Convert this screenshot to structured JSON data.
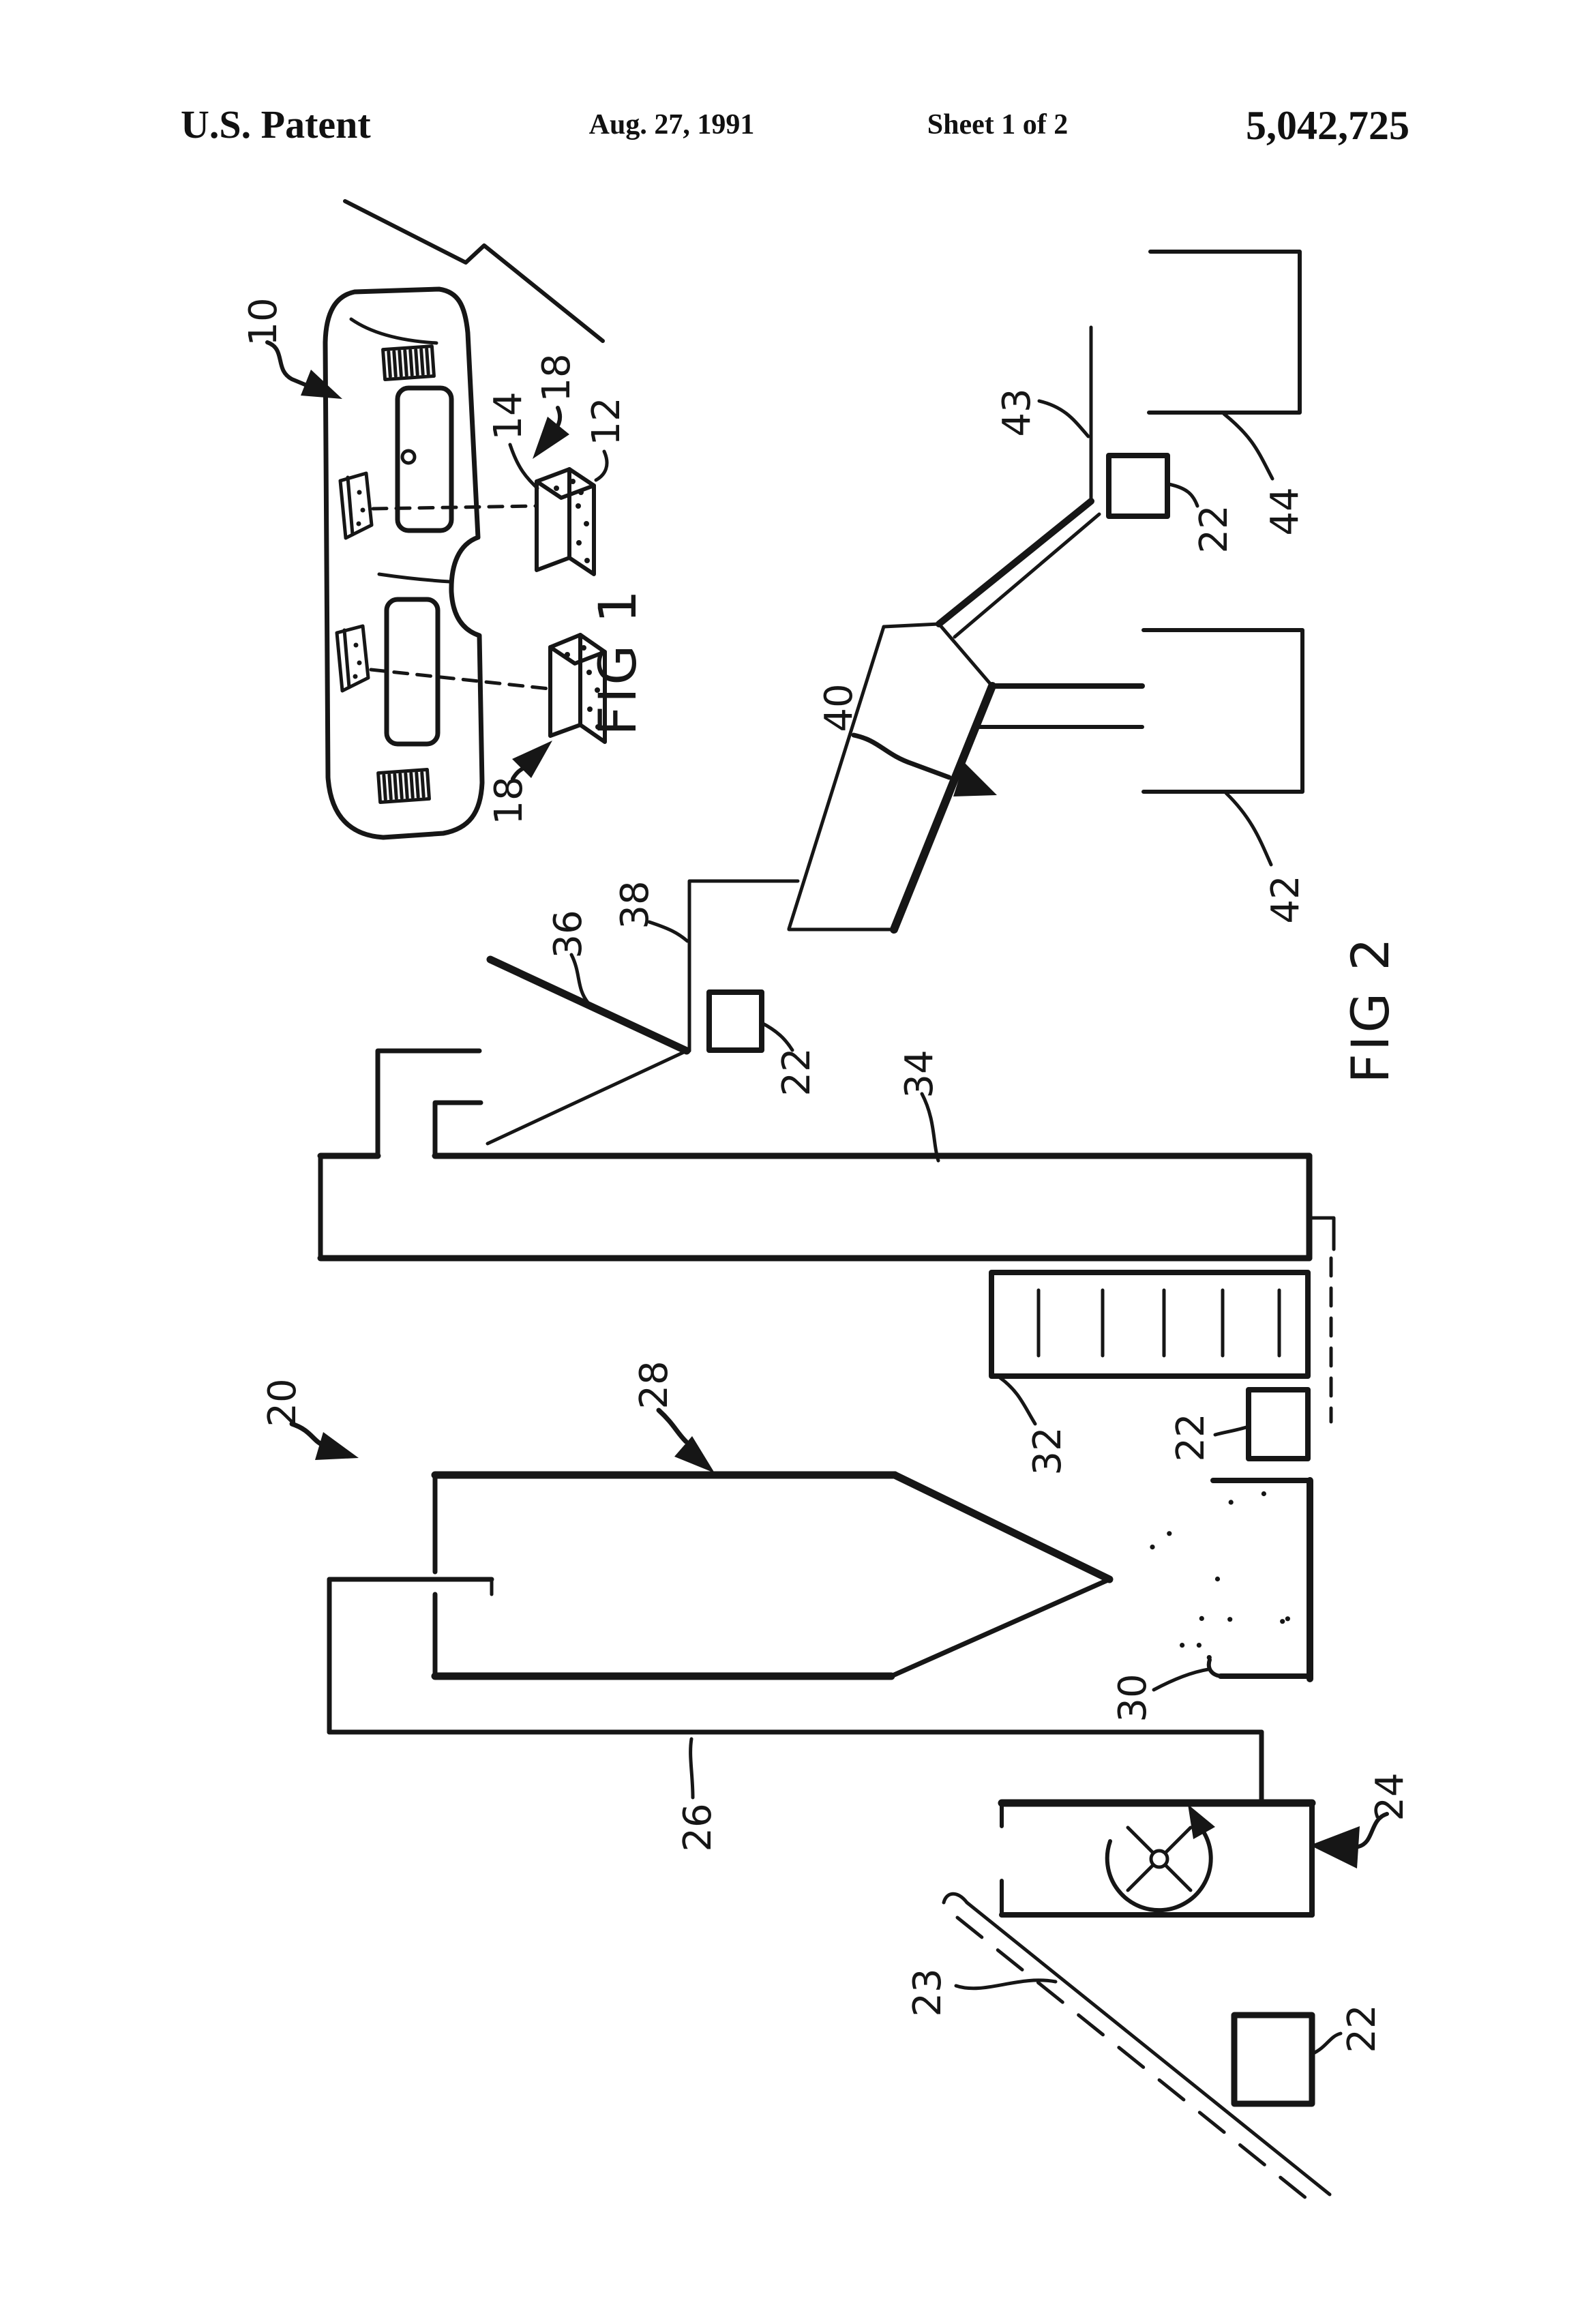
{
  "page": {
    "background": "#ffffff",
    "ink": "#161616"
  },
  "header": {
    "title": "U.S. Patent",
    "date": "Aug. 27, 1991",
    "sheet": "Sheet 1 of 2",
    "patent_number": "5,042,725"
  },
  "figure1": {
    "caption": "FIG 1",
    "refs": {
      "vehicle": "10",
      "speaker": "14",
      "sensor_front": "18",
      "control_module": "12",
      "sensor_rear": "18"
    }
  },
  "figure2": {
    "caption": "FIG 2",
    "refs": {
      "apparatus": "20",
      "sensor": "22",
      "feed_conveyor": "23",
      "fan": "24",
      "air_duct": "26",
      "separation_chamber": "28",
      "particle_stream": "30",
      "screen": "32",
      "transport_duct": "34",
      "deflector": "36",
      "guide_wall": "38",
      "separator_chute": "40",
      "bin_lower": "42",
      "takeaway_conveyor": "43",
      "bin_upper": "44"
    }
  }
}
